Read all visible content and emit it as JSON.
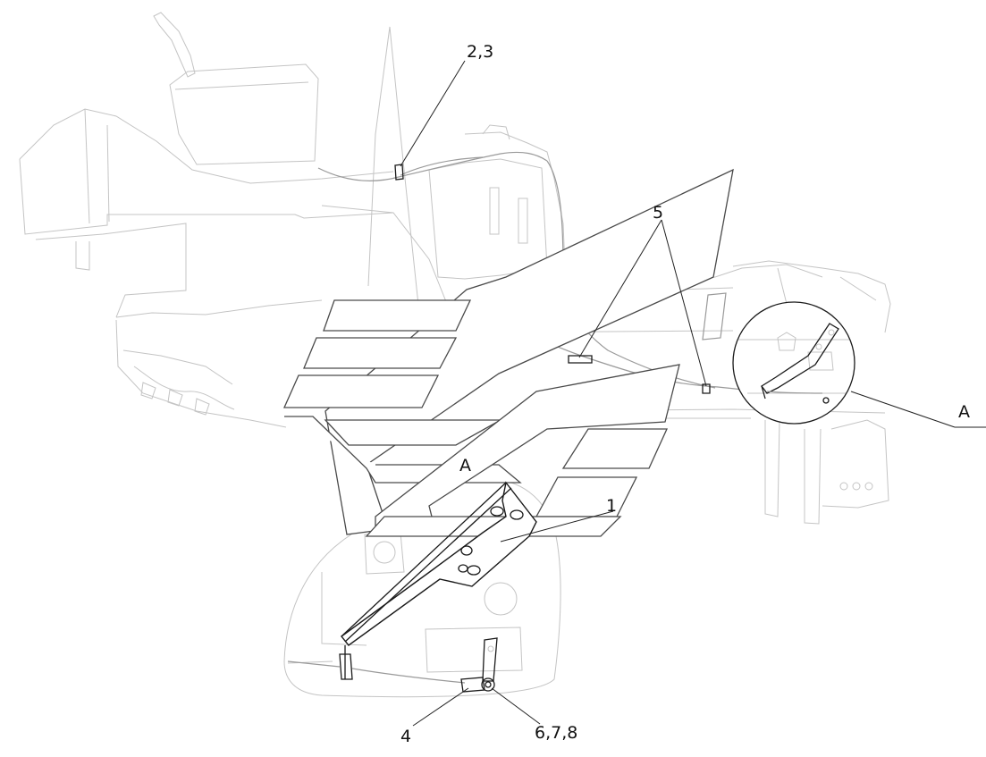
{
  "callouts": {
    "c23": "2,3",
    "c5": "5",
    "cA_right": "A",
    "cA_center": "A",
    "c1": "1",
    "c4": "4",
    "c678": "6,7,8"
  },
  "colors": {
    "background": "#ffffff",
    "drawing_faint": "#c4c4c4",
    "drawing_mid": "#9a9a9a",
    "drawing_dark": "#1a1a1a",
    "arrow_outline": "#4a4a4a"
  }
}
